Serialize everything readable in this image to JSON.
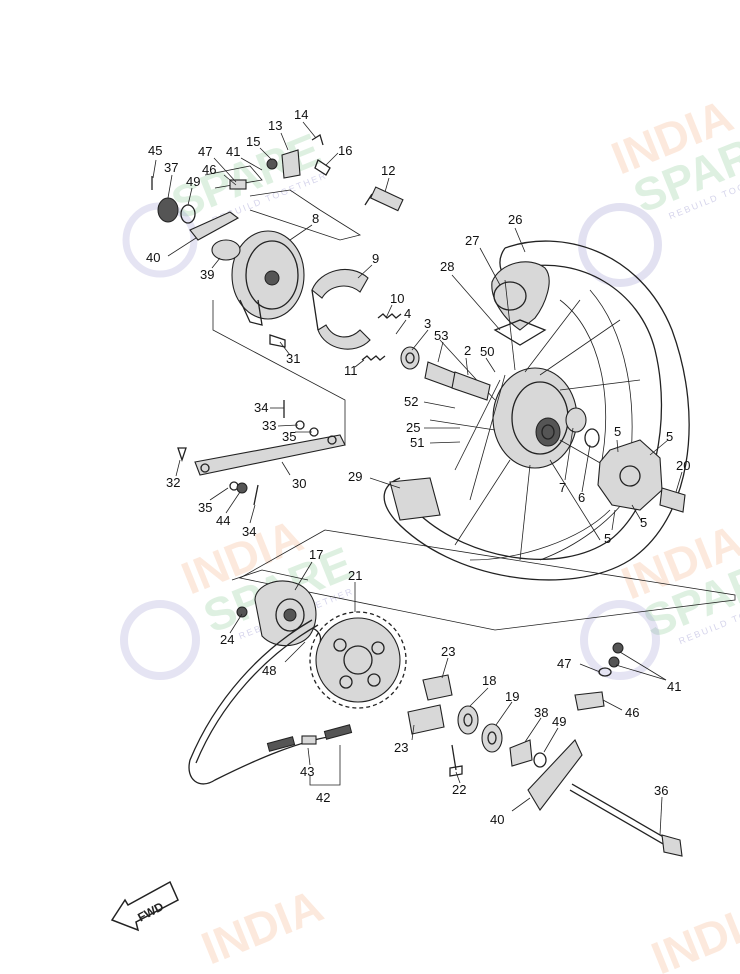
{
  "fwd_label": "FWD",
  "watermark": {
    "line1": "INDIA",
    "line2": "SPARE",
    "tagline": "REBUILD TOGETHER",
    "color_line1": "#f5a06a",
    "color_line2": "#6bbf7a",
    "color_icon": "#8a86c8"
  },
  "callouts": [
    {
      "id": "c45",
      "text": "45"
    },
    {
      "id": "c37",
      "text": "37"
    },
    {
      "id": "c47a",
      "text": "47"
    },
    {
      "id": "c41a",
      "text": "41"
    },
    {
      "id": "c15",
      "text": "15"
    },
    {
      "id": "c13",
      "text": "13"
    },
    {
      "id": "c14",
      "text": "14"
    },
    {
      "id": "c16",
      "text": "16"
    },
    {
      "id": "c46a",
      "text": "46"
    },
    {
      "id": "c49a",
      "text": "49"
    },
    {
      "id": "c12",
      "text": "12"
    },
    {
      "id": "c8",
      "text": "8"
    },
    {
      "id": "c40a",
      "text": "40"
    },
    {
      "id": "c39",
      "text": "39"
    },
    {
      "id": "c26",
      "text": "26"
    },
    {
      "id": "c27",
      "text": "27"
    },
    {
      "id": "c28",
      "text": "28"
    },
    {
      "id": "c9",
      "text": "9"
    },
    {
      "id": "c10",
      "text": "10"
    },
    {
      "id": "c4",
      "text": "4"
    },
    {
      "id": "c3",
      "text": "3"
    },
    {
      "id": "c53",
      "text": "53"
    },
    {
      "id": "c2",
      "text": "2"
    },
    {
      "id": "c50",
      "text": "50"
    },
    {
      "id": "c31",
      "text": "31"
    },
    {
      "id": "c11",
      "text": "11"
    },
    {
      "id": "c52",
      "text": "52"
    },
    {
      "id": "c25",
      "text": "25"
    },
    {
      "id": "c51",
      "text": "51"
    },
    {
      "id": "c34a",
      "text": "34"
    },
    {
      "id": "c33",
      "text": "33"
    },
    {
      "id": "c35a",
      "text": "35"
    },
    {
      "id": "c5a",
      "text": "5"
    },
    {
      "id": "c5b",
      "text": "5"
    },
    {
      "id": "c20",
      "text": "20"
    },
    {
      "id": "c32",
      "text": "32"
    },
    {
      "id": "c30",
      "text": "30"
    },
    {
      "id": "c29",
      "text": "29"
    },
    {
      "id": "c7",
      "text": "7"
    },
    {
      "id": "c6",
      "text": "6"
    },
    {
      "id": "c5c",
      "text": "5"
    },
    {
      "id": "c5d",
      "text": "5"
    },
    {
      "id": "c35b",
      "text": "35"
    },
    {
      "id": "c44",
      "text": "44"
    },
    {
      "id": "c34b",
      "text": "34"
    },
    {
      "id": "c17",
      "text": "17"
    },
    {
      "id": "c21",
      "text": "21"
    },
    {
      "id": "c24",
      "text": "24"
    },
    {
      "id": "c48",
      "text": "48"
    },
    {
      "id": "c23a",
      "text": "23"
    },
    {
      "id": "c47b",
      "text": "47"
    },
    {
      "id": "c41b",
      "text": "41"
    },
    {
      "id": "c18",
      "text": "18"
    },
    {
      "id": "c19",
      "text": "19"
    },
    {
      "id": "c46b",
      "text": "46"
    },
    {
      "id": "c38",
      "text": "38"
    },
    {
      "id": "c49b",
      "text": "49"
    },
    {
      "id": "c23b",
      "text": "23"
    },
    {
      "id": "c43",
      "text": "43"
    },
    {
      "id": "c22",
      "text": "22"
    },
    {
      "id": "c42",
      "text": "42"
    },
    {
      "id": "c36",
      "text": "36"
    },
    {
      "id": "c40b",
      "text": "40"
    }
  ]
}
